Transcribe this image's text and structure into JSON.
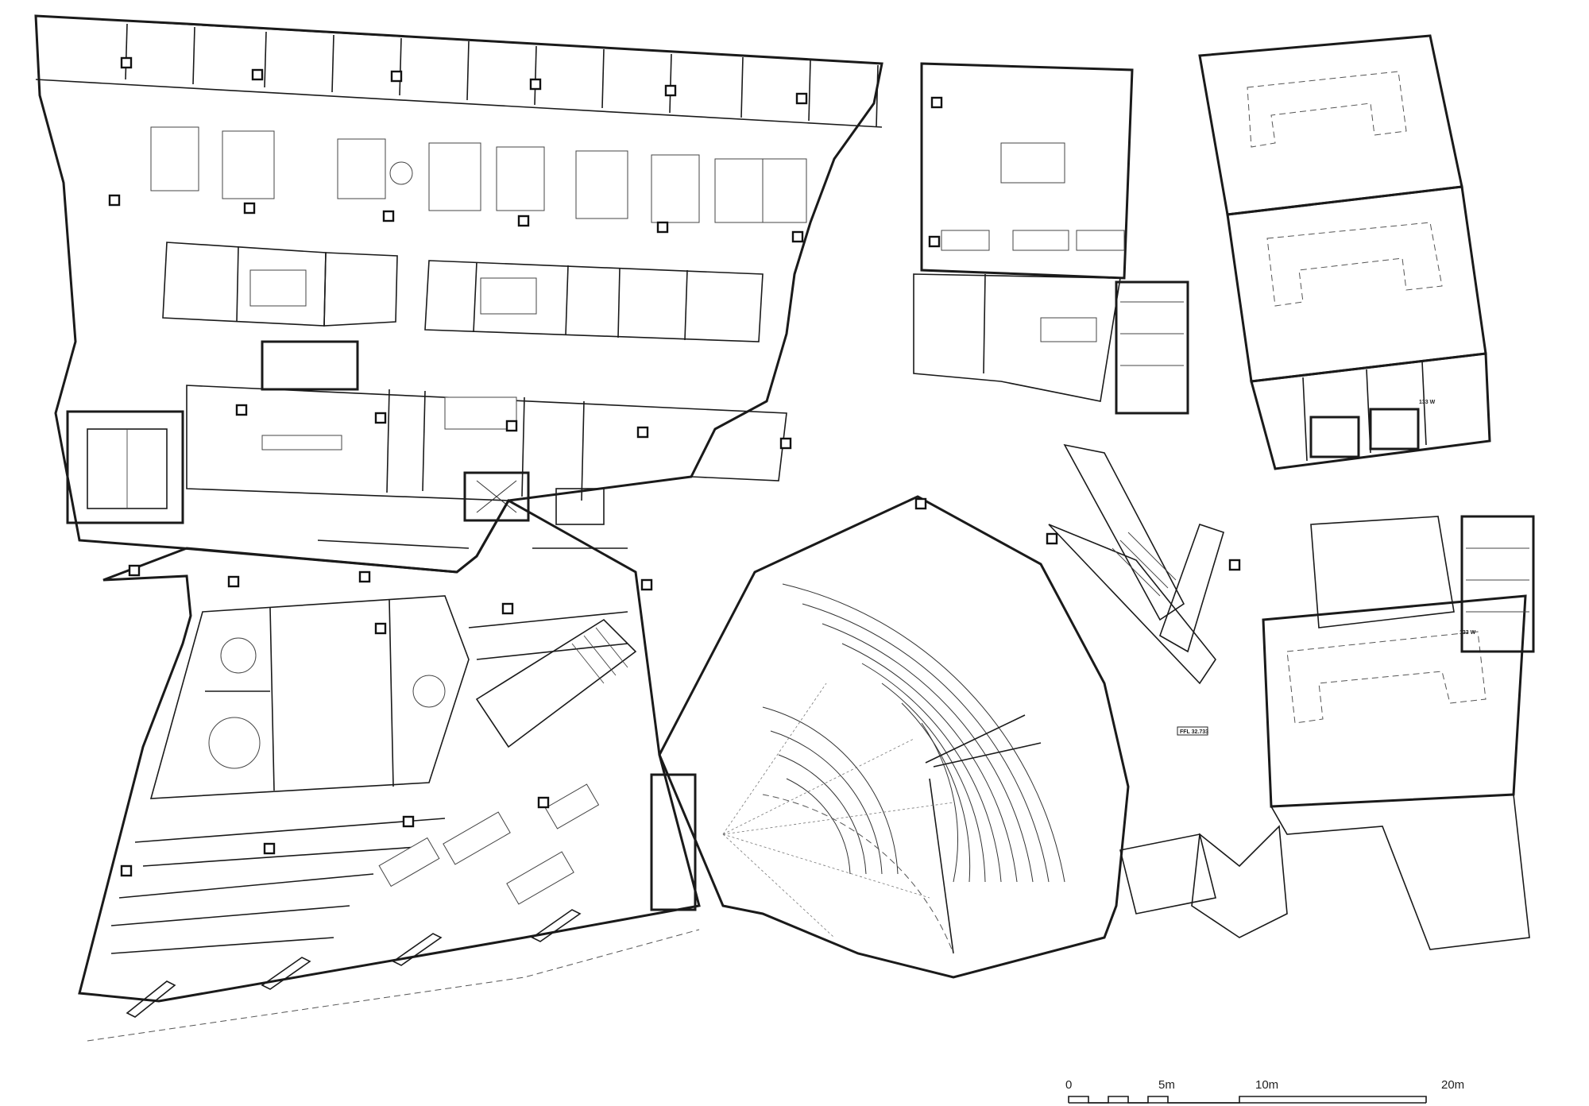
{
  "drawing": {
    "level_tag": "FFL 32.733",
    "room_tag_upper": "133 W",
    "room_tag_lower": "133 W"
  },
  "scale_bar": {
    "labels": [
      "0",
      "5m",
      "10m",
      "20m"
    ],
    "values_m": [
      0,
      5,
      10,
      20
    ]
  },
  "colors": {
    "ink": "#1a1a1a",
    "paper": "#ffffff"
  }
}
